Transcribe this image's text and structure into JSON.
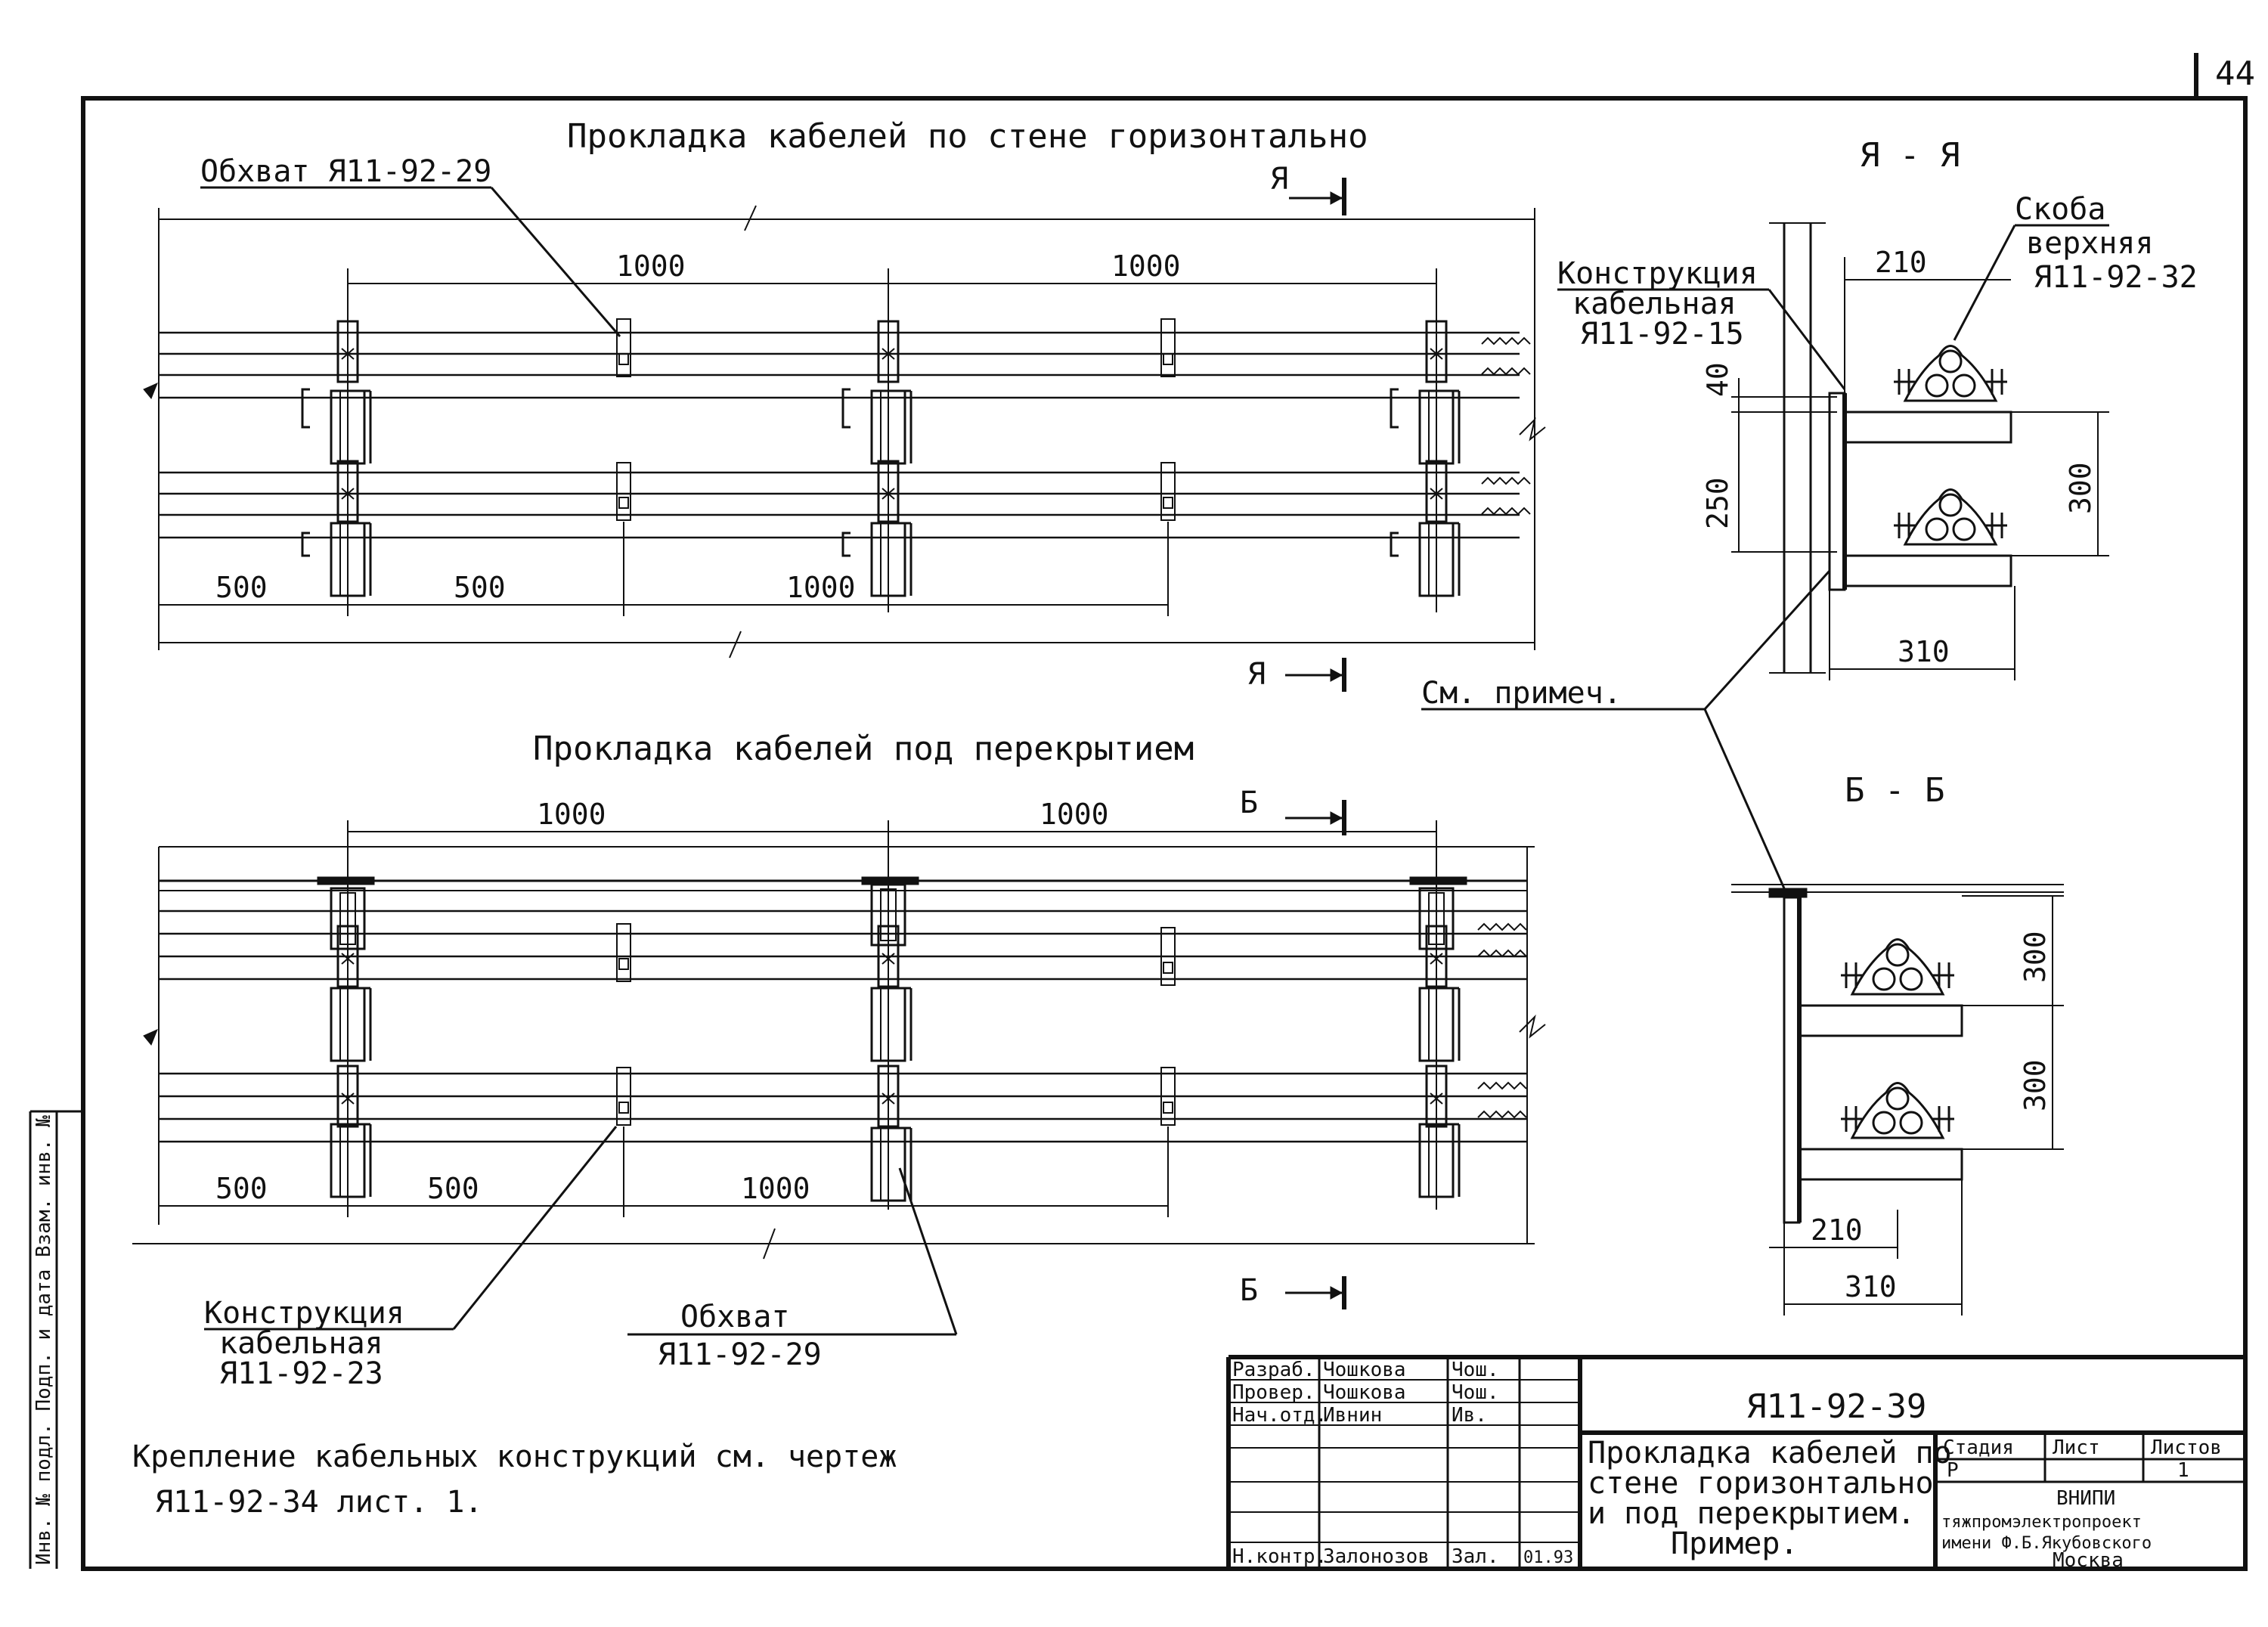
{
  "sheet_number": "44",
  "views": {
    "wall": {
      "title": "Прокладка кабелей по стене горизонтально",
      "dims_top": [
        "1000",
        "1000"
      ],
      "dims_bottom": [
        "500",
        "500",
        "1000"
      ],
      "cut_top": "Я",
      "cut_bottom": "Я",
      "callout_clamp": "Обхват Я11-92-29"
    },
    "ceiling": {
      "title": "Прокладка кабелей под перекрытием",
      "dims_top": [
        "1000",
        "1000"
      ],
      "dims_bottom": [
        "500",
        "500",
        "1000"
      ],
      "cut_top": "Б",
      "cut_bottom": "Б",
      "callout_structure": [
        "Конструкция",
        "кабельная",
        "Я11-92-23"
      ],
      "callout_clamp": [
        "Обхват",
        "Я11-92-29"
      ]
    },
    "section_aa": {
      "title": "Я - Я",
      "structure_label": [
        "Конструкция",
        "кабельная",
        "Я11-92-15"
      ],
      "bracket_label": [
        "Скоба",
        "верхняя",
        "Я11-92-32"
      ],
      "dims": {
        "top": "210",
        "gap": "40",
        "pitch": "250",
        "height": "300",
        "bottom": "310"
      }
    },
    "section_bb": {
      "title": "Б - Б",
      "dims": {
        "upper": "300",
        "lower": "300",
        "top": "210",
        "bottom": "310"
      }
    },
    "note_ref": "См. примеч."
  },
  "note": [
    "Крепление кабельных конструкций см. чертеж",
    "Я11-92-34  лист. 1."
  ],
  "side_stamp": "Инв. № подл.  Подп. и дата  Взам. инв. №",
  "title_block": {
    "designation": "Я11-92-39",
    "title_lines": [
      "Прокладка кабелей по",
      "стене горизонтально",
      "и под перекрытием.",
      "Пример."
    ],
    "roles": [
      {
        "role": "Разраб.",
        "name": "Чошкова",
        "sign": "Чош."
      },
      {
        "role": "Провер.",
        "name": "Чошкова",
        "sign": "Чош."
      },
      {
        "role": "Нач.отд.",
        "name": "Ивнин",
        "sign": "Ив."
      },
      {
        "role": "Н.контр.",
        "name": "Залонозов",
        "sign": "Зал.",
        "date": "01.93"
      }
    ],
    "col_heads": [
      "Стадия",
      "Лист",
      "Листов"
    ],
    "stage": "Р",
    "sheet": "1",
    "org": [
      "ВНИПИ",
      "тяжпромэлектропроект",
      "имени Ф.Б.Якубовского",
      "Москва"
    ]
  }
}
